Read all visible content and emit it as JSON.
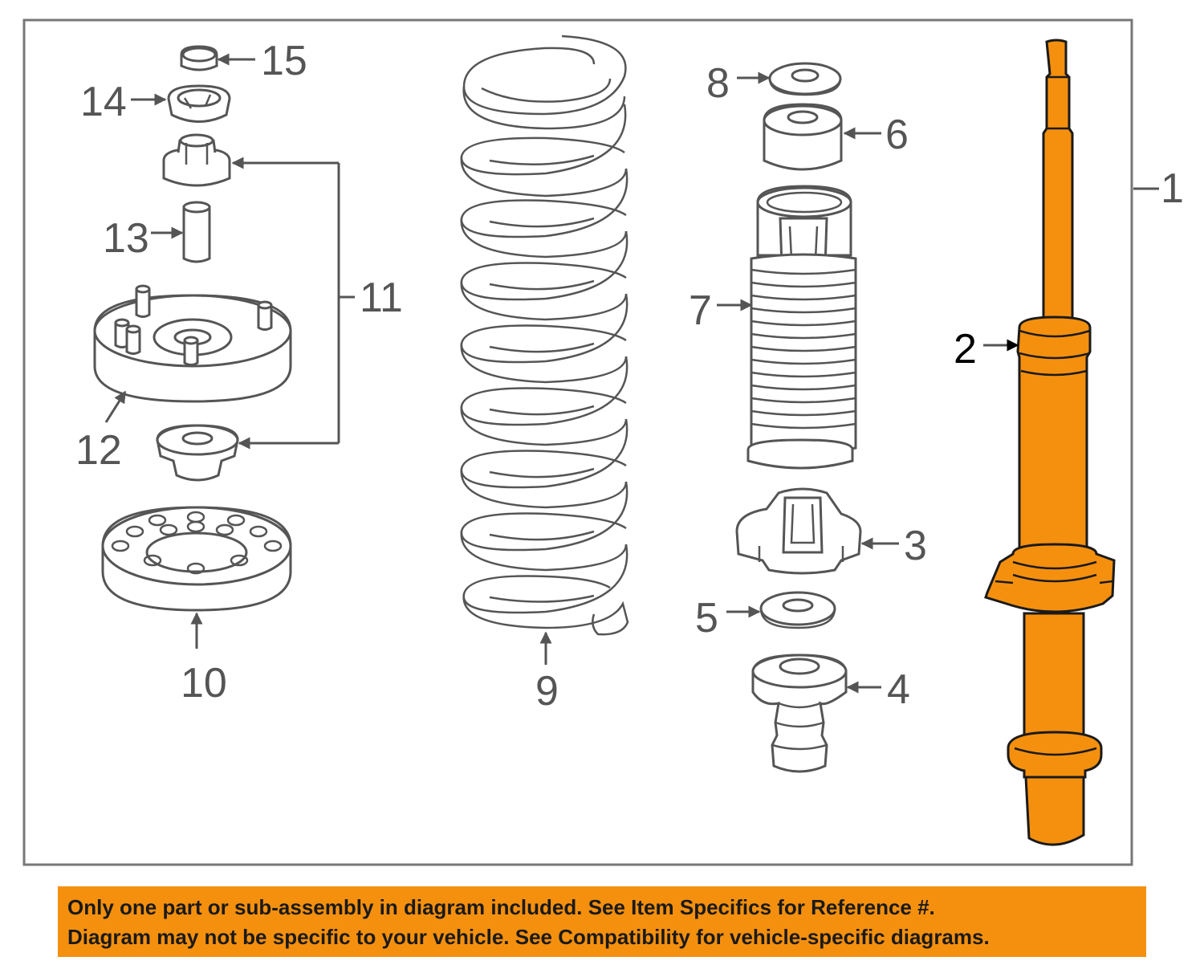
{
  "colors": {
    "accent": "#f5900f",
    "line": "#555555",
    "frame": "#777777"
  },
  "callouts": {
    "c1": "1",
    "c2": "2",
    "c3": "3",
    "c4": "4",
    "c5": "5",
    "c6": "6",
    "c7": "7",
    "c8": "8",
    "c9": "9",
    "c10": "10",
    "c11": "11",
    "c12": "12",
    "c13": "13",
    "c14": "14",
    "c15": "15"
  },
  "notice": {
    "line1": "Only one part or sub-assembly in diagram included. See Item Specifics for Reference #.",
    "line2": "Diagram may not be specific to your vehicle. See Compatibility for vehicle-specific diagrams."
  }
}
